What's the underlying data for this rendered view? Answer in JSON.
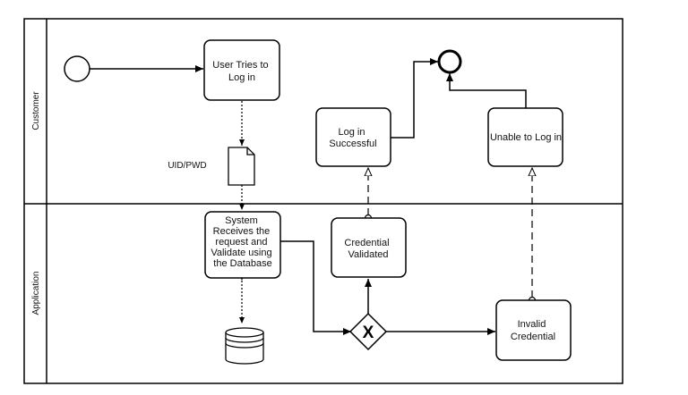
{
  "pool": {
    "lanes": [
      {
        "label": "Customer"
      },
      {
        "label": "Application"
      }
    ]
  },
  "tasks": {
    "user_tries": [
      "User Tries to",
      "Log in"
    ],
    "login_successful": [
      "Log in",
      "Successful"
    ],
    "unable_login": [
      "Unable to Log in"
    ],
    "system_receives": [
      "System",
      "Receives the",
      "request and",
      "Validate using",
      "the Database"
    ],
    "credential_validated": [
      "Credential",
      "Validated"
    ],
    "invalid_credential": [
      "Invalid",
      "Credential"
    ]
  },
  "data_object": {
    "label": "UID/PWD"
  },
  "gateway": {
    "symbol": "X"
  }
}
